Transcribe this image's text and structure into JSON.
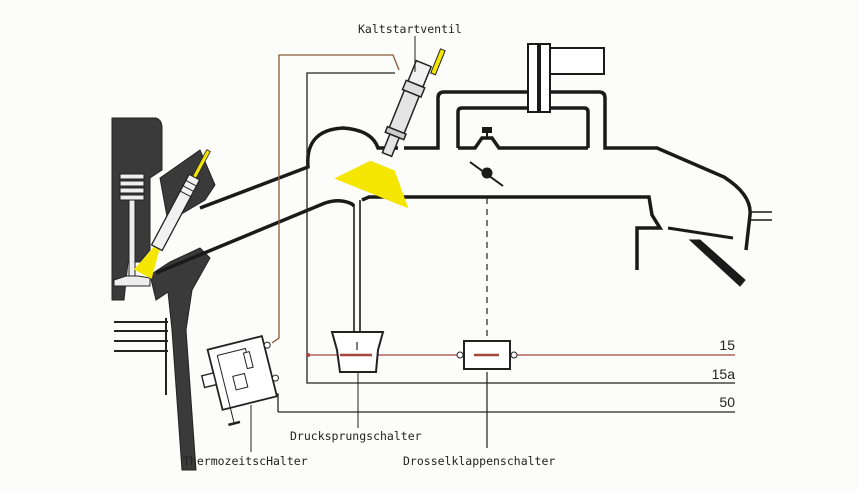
{
  "diagram": {
    "labels": {
      "cold_start_valve": "Kaltstartventil",
      "pressure_switch": "Drucksprungschalter",
      "thermo_time_switch": "ThermozeitscHalter",
      "throttle_switch": "Drosselklappenschalter"
    },
    "terminals": {
      "t15": "15",
      "t15a": "15a",
      "t50": "50"
    },
    "colors": {
      "outline": "#1a1a1a",
      "wire_15": "#a5463a",
      "wire_feed": "#8a5a3a",
      "spray": "#f5e600",
      "casting": "#3a3a3a"
    }
  }
}
